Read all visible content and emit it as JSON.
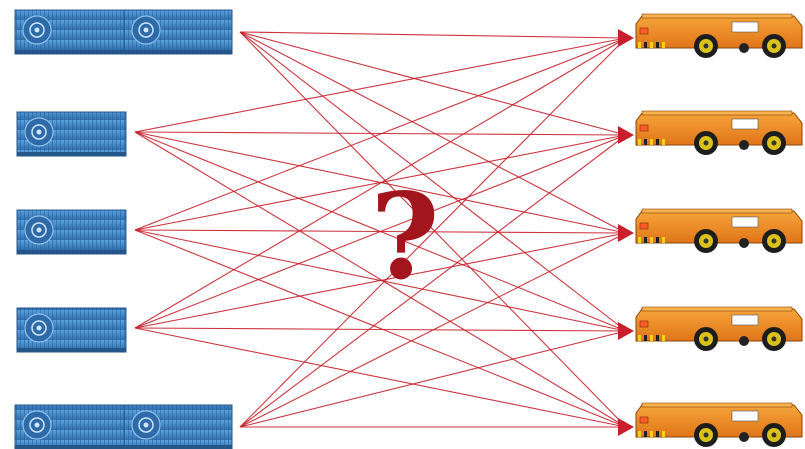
{
  "diagram": {
    "center_symbol": "?",
    "line_color": "#c8202a",
    "container_color": "#3f86c6",
    "vehicle_color": "#f08a1c",
    "sources": [
      {
        "id": "container-1",
        "type": "double-container"
      },
      {
        "id": "container-2",
        "type": "single-container"
      },
      {
        "id": "container-3",
        "type": "single-container"
      },
      {
        "id": "container-4",
        "type": "single-container"
      },
      {
        "id": "container-5",
        "type": "double-container"
      }
    ],
    "targets": [
      {
        "id": "vehicle-1"
      },
      {
        "id": "vehicle-2"
      },
      {
        "id": "vehicle-3"
      },
      {
        "id": "vehicle-4"
      },
      {
        "id": "vehicle-5"
      }
    ],
    "connections": "all-sources-to-all-targets"
  }
}
